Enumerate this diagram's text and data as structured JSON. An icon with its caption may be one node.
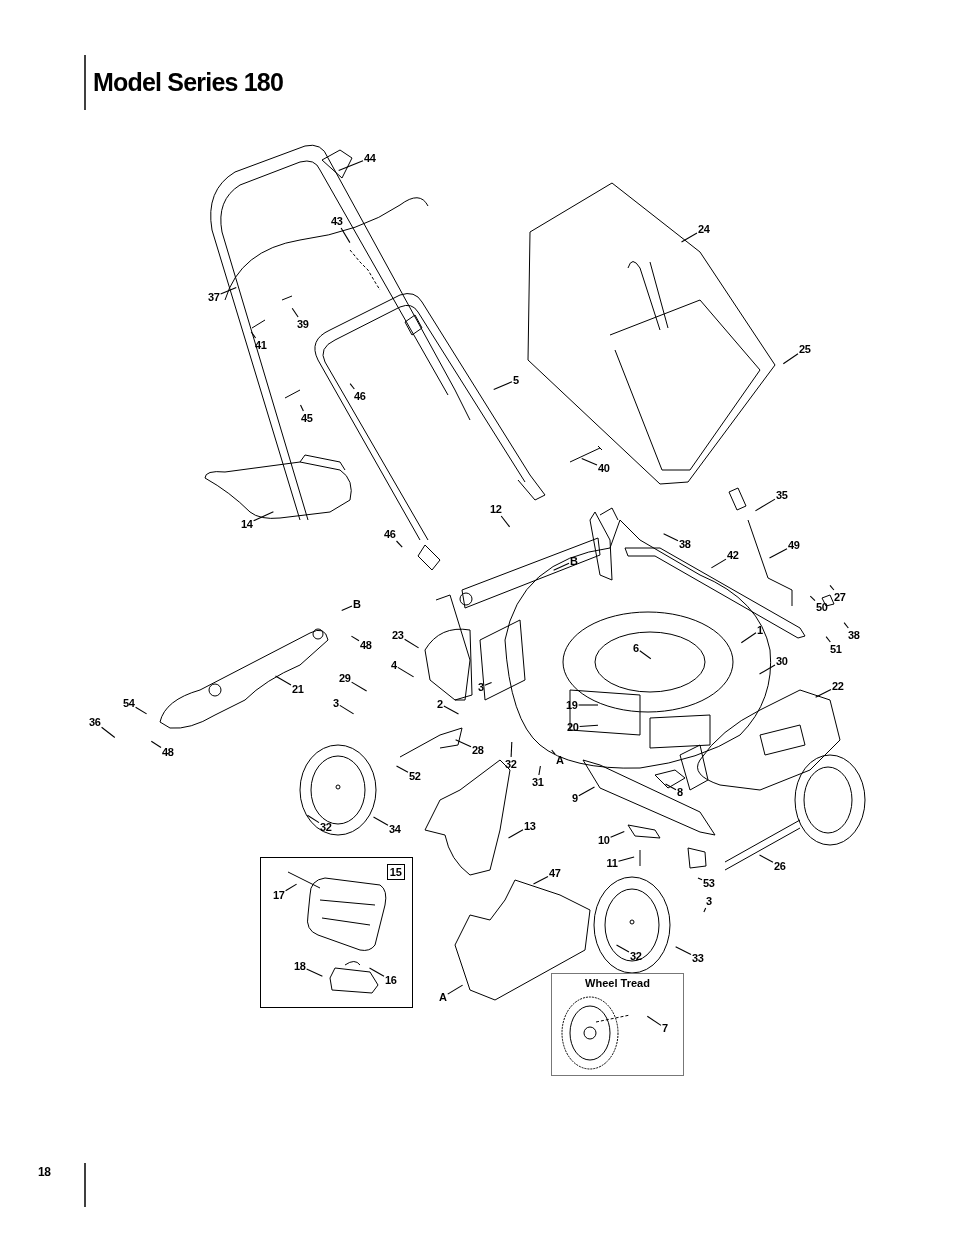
{
  "diagram": {
    "title": "Model Series 180",
    "nodes": [
      {
        "text": [
          "44"
        ]
      },
      {
        "text": [
          "43"
        ]
      },
      {
        "text": [
          "24"
        ]
      },
      {
        "text": [
          "37"
        ]
      },
      {
        "text": [
          "39"
        ]
      },
      {
        "text": [
          "41"
        ]
      },
      {
        "text": [
          "25"
        ]
      },
      {
        "text": [
          "46"
        ]
      },
      {
        "text": [
          "5"
        ]
      },
      {
        "text": [
          "45"
        ]
      },
      {
        "text": [
          "40"
        ]
      },
      {
        "text": [
          "14"
        ]
      },
      {
        "text": [
          "12"
        ]
      },
      {
        "text": [
          "35"
        ]
      },
      {
        "text": [
          "46"
        ]
      },
      {
        "text": [
          "B"
        ]
      },
      {
        "text": [
          "38"
        ]
      },
      {
        "text": [
          "42"
        ]
      },
      {
        "text": [
          "49"
        ]
      },
      {
        "text": [
          "B"
        ]
      },
      {
        "text": [
          "27"
        ]
      },
      {
        "text": [
          "48"
        ]
      },
      {
        "text": [
          "50"
        ]
      },
      {
        "text": [
          "38"
        ]
      },
      {
        "text": [
          "23"
        ]
      },
      {
        "text": [
          "1"
        ]
      },
      {
        "text": [
          "51"
        ]
      },
      {
        "text": [
          "6"
        ]
      },
      {
        "text": [
          "29"
        ]
      },
      {
        "text": [
          "4"
        ]
      },
      {
        "text": [
          "30"
        ]
      },
      {
        "text": [
          "21"
        ]
      },
      {
        "text": [
          "3"
        ]
      },
      {
        "text": [
          "2"
        ]
      },
      {
        "text": [
          "3"
        ]
      },
      {
        "text": [
          "22"
        ]
      },
      {
        "text": [
          "54"
        ]
      },
      {
        "text": [
          "19"
        ]
      },
      {
        "text": [
          "36"
        ]
      },
      {
        "text": [
          "48"
        ]
      },
      {
        "text": [
          "20"
        ]
      },
      {
        "text": [
          "28"
        ]
      },
      {
        "text": [
          "32"
        ]
      },
      {
        "text": [
          "31"
        ]
      },
      {
        "text": [
          "A"
        ]
      },
      {
        "text": [
          "52"
        ]
      },
      {
        "text": [
          "9"
        ]
      },
      {
        "text": [
          "8"
        ]
      },
      {
        "text": [
          "32"
        ]
      },
      {
        "text": [
          "34"
        ]
      },
      {
        "text": [
          "13"
        ]
      },
      {
        "text": [
          "10"
        ]
      },
      {
        "text": [
          "26"
        ]
      },
      {
        "text": [
          "11"
        ]
      },
      {
        "text": [
          "47"
        ]
      },
      {
        "text": [
          "53"
        ]
      },
      {
        "text": [
          "3"
        ]
      },
      {
        "text": [
          "32"
        ]
      },
      {
        "text": [
          "33"
        ]
      },
      {
        "text": [
          "A"
        ]
      },
      {
        "text": [
          "15"
        ]
      },
      {
        "text": [
          "17"
        ],
        "in": 60
      },
      {
        "text": [
          "18"
        ],
        "in": 60
      },
      {
        "text": [
          "16"
        ],
        "in": 60
      },
      {
        "text": [
          "Wheel Tread"
        ]
      },
      {
        "text": [
          "7"
        ],
        "in": 64
      }
    ],
    "edges": [
      {
        "from": 0,
        "to": null,
        "arrow": "none"
      },
      {
        "from": 1,
        "to": null,
        "arrow": "none"
      },
      {
        "from": 2,
        "to": null,
        "arrow": "none"
      },
      {
        "from": 3,
        "to": null,
        "arrow": "none"
      },
      {
        "from": 4,
        "to": null,
        "arrow": "none"
      },
      {
        "from": 5,
        "to": null,
        "arrow": "none"
      },
      {
        "from": 6,
        "to": null,
        "arrow": "none"
      },
      {
        "from": 7,
        "to": null,
        "arrow": "none"
      },
      {
        "from": 8,
        "to": null,
        "arrow": "none"
      },
      {
        "from": 9,
        "to": null,
        "arrow": "none"
      },
      {
        "from": 10,
        "to": null,
        "arrow": "none"
      },
      {
        "from": 11,
        "to": null,
        "arrow": "none"
      },
      {
        "from": 12,
        "to": null,
        "arrow": "none"
      },
      {
        "from": 13,
        "to": null,
        "arrow": "none"
      },
      {
        "from": 14,
        "to": null,
        "arrow": "none"
      },
      {
        "from": 15,
        "to": null,
        "arrow": "none"
      },
      {
        "from": 16,
        "to": null,
        "arrow": "none"
      },
      {
        "from": 17,
        "to": null,
        "arrow": "none"
      },
      {
        "from": 18,
        "to": null,
        "arrow": "none"
      },
      {
        "from": 19,
        "to": null,
        "arrow": "none"
      },
      {
        "from": 20,
        "to": null,
        "arrow": "none"
      },
      {
        "from": 21,
        "to": null,
        "arrow": "none"
      },
      {
        "from": 22,
        "to": null,
        "arrow": "none"
      },
      {
        "from": 23,
        "to": null,
        "arrow": "none"
      },
      {
        "from": 24,
        "to": null,
        "arrow": "none"
      },
      {
        "from": 25,
        "to": null,
        "arrow": "none"
      },
      {
        "from": 26,
        "to": null,
        "arrow": "none"
      },
      {
        "from": 27,
        "to": null,
        "arrow": "none"
      },
      {
        "from": 28,
        "to": null,
        "arrow": "none"
      },
      {
        "from": 29,
        "to": null,
        "arrow": "none"
      },
      {
        "from": 30,
        "to": null,
        "arrow": "none"
      },
      {
        "from": 31,
        "to": null,
        "arrow": "none"
      },
      {
        "from": 32,
        "to": null,
        "arrow": "none"
      },
      {
        "from": 33,
        "to": null,
        "arrow": "none"
      },
      {
        "from": 34,
        "to": null,
        "arrow": "none"
      },
      {
        "from": 35,
        "to": null,
        "arrow": "none"
      },
      {
        "from": 36,
        "to": null,
        "arrow": "none"
      },
      {
        "from": 37,
        "to": null,
        "arrow": "none"
      },
      {
        "from": 38,
        "to": null,
        "arrow": "none"
      },
      {
        "from": 39,
        "to": null,
        "arrow": "none"
      },
      {
        "from": 40,
        "to": null,
        "arrow": "none"
      },
      {
        "from": 41,
        "to": null,
        "arrow": "none"
      },
      {
        "from": 42,
        "to": null,
        "arrow": "none"
      },
      {
        "from": 43,
        "to": null,
        "arrow": "none"
      },
      {
        "from": 44,
        "to": null,
        "arrow": "none"
      },
      {
        "from": 45,
        "to": null,
        "arrow": "none"
      },
      {
        "from": 46,
        "to": null,
        "arrow": "none"
      },
      {
        "from": 47,
        "to": null,
        "arrow": "none"
      },
      {
        "from": 48,
        "to": null,
        "arrow": "none"
      },
      {
        "from": 49,
        "to": null,
        "arrow": "none"
      },
      {
        "from": 50,
        "to": null,
        "arrow": "none"
      },
      {
        "from": 51,
        "to": null,
        "arrow": "none"
      },
      {
        "from": 52,
        "to": null,
        "arrow": "none"
      },
      {
        "from": 53,
        "to": null,
        "arrow": "none"
      },
      {
        "from": 54,
        "to": null,
        "arrow": "none"
      },
      {
        "from": 55,
        "to": null,
        "arrow": "none"
      },
      {
        "from": 56,
        "to": null,
        "arrow": "none"
      },
      {
        "from": 57,
        "to": null,
        "arrow": "none"
      },
      {
        "from": 58,
        "to": null,
        "arrow": "none"
      },
      {
        "from": 59,
        "to": null,
        "arrow": "none"
      },
      {
        "from": 61,
        "to": null,
        "arrow": "none"
      },
      {
        "from": 62,
        "to": null,
        "arrow": "none"
      },
      {
        "from": 63,
        "to": null,
        "arrow": "none"
      },
      {
        "from": 65,
        "to": null,
        "arrow": "none"
      }
    ],
    "labels": [
      "18"
    ]
  }
}
